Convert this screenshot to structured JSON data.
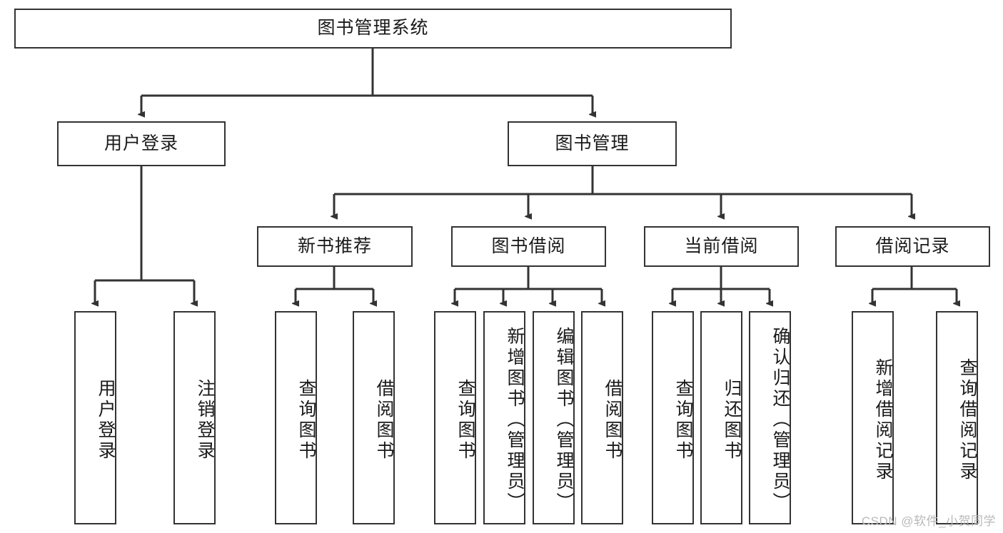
{
  "diagram": {
    "title": "图书管理系统",
    "type": "tree-hierarchy-diagram",
    "root": {
      "id": "root",
      "label": "图书管理系统"
    },
    "level2": [
      {
        "id": "user-login",
        "label": "用户登录"
      },
      {
        "id": "book-manage",
        "label": "图书管理"
      }
    ],
    "level3": [
      {
        "id": "new-book-recommend",
        "label": "新书推荐",
        "parent": "book-manage"
      },
      {
        "id": "book-borrow",
        "label": "图书借阅",
        "parent": "book-manage"
      },
      {
        "id": "current-borrow",
        "label": "当前借阅",
        "parent": "book-manage"
      },
      {
        "id": "borrow-record",
        "label": "借阅记录",
        "parent": "book-manage"
      }
    ],
    "leaves": [
      {
        "id": "leaf-user-login",
        "label": "用户登录",
        "parent": "user-login"
      },
      {
        "id": "leaf-logout",
        "label": "注销登录",
        "parent": "user-login"
      },
      {
        "id": "leaf-query-book-1",
        "label": "查询图书",
        "parent": "new-book-recommend"
      },
      {
        "id": "leaf-borrow-book-1",
        "label": "借阅图书",
        "parent": "new-book-recommend"
      },
      {
        "id": "leaf-query-book-2",
        "label": "查询图书",
        "parent": "book-borrow"
      },
      {
        "id": "leaf-add-book",
        "label": "新增图书（管理员）",
        "parent": "book-borrow"
      },
      {
        "id": "leaf-edit-book",
        "label": "编辑图书（管理员）",
        "parent": "book-borrow"
      },
      {
        "id": "leaf-borrow-book-2",
        "label": "借阅图书",
        "parent": "book-borrow"
      },
      {
        "id": "leaf-query-book-3",
        "label": "查询图书",
        "parent": "current-borrow"
      },
      {
        "id": "leaf-return-book",
        "label": "归还图书",
        "parent": "current-borrow"
      },
      {
        "id": "leaf-confirm-return",
        "label": "确认归还（管理员）",
        "parent": "current-borrow"
      },
      {
        "id": "leaf-add-record",
        "label": "新增借阅记录",
        "parent": "borrow-record"
      },
      {
        "id": "leaf-query-record",
        "label": "查询借阅记录",
        "parent": "borrow-record"
      }
    ]
  },
  "watermark": {
    "text": "CSDN @软件_小贺同学"
  },
  "colors": {
    "border": "#333333",
    "text": "#1a1a1a",
    "background": "#ffffff",
    "watermark": "#b9b9b9"
  }
}
